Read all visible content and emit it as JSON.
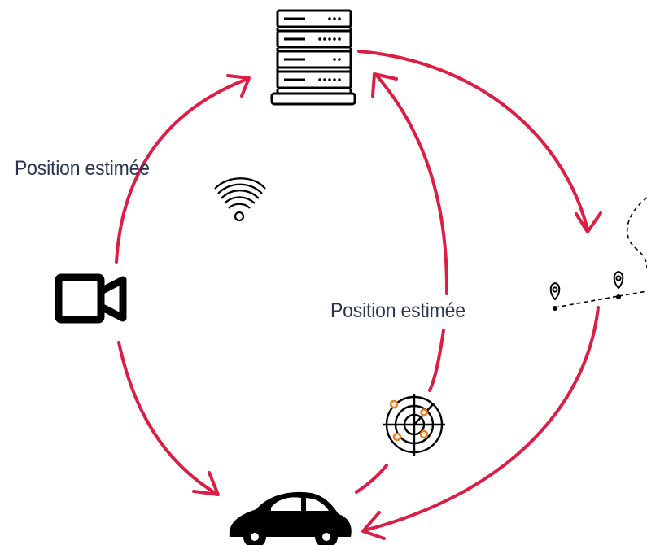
{
  "labels": {
    "left_arrow": "Position estimée",
    "center_arrow": "Position estimée"
  },
  "nodes": [
    {
      "name": "server",
      "icon": "server-rack-icon"
    },
    {
      "name": "camera",
      "icon": "video-camera-icon"
    },
    {
      "name": "car",
      "icon": "car-icon"
    },
    {
      "name": "route",
      "icon": "route-map-pins-icon"
    },
    {
      "name": "wifi",
      "icon": "wifi-icon"
    },
    {
      "name": "radar",
      "icon": "radar-icon"
    }
  ],
  "colors": {
    "arrow": "#dc1e45",
    "text": "#2a3552",
    "icon": "#000000",
    "radar_accent": "#f07c1e"
  }
}
